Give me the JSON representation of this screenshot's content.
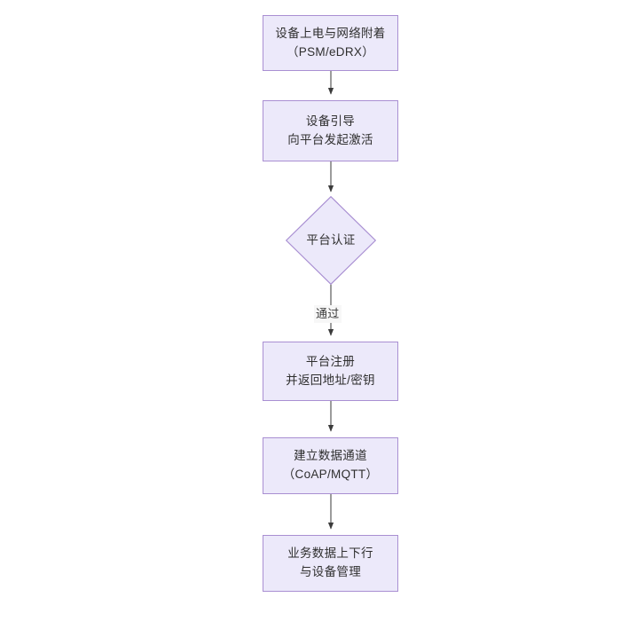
{
  "diagram": {
    "type": "flowchart",
    "orientation": "top-to-bottom",
    "background_color": "#ffffff",
    "node_fill_color": "#ece9fa",
    "node_border_color": "#a98fd2",
    "text_color": "#2f2f2f",
    "connector_color": "#404040",
    "nodes": [
      {
        "id": "n1",
        "shape": "rectangle",
        "lines": [
          "设备上电与网络附着",
          "（PSM/eDRX）"
        ]
      },
      {
        "id": "n2",
        "shape": "rectangle",
        "lines": [
          "设备引导",
          "向平台发起激活"
        ]
      },
      {
        "id": "n3",
        "shape": "diamond",
        "lines": [
          "平台认证"
        ]
      },
      {
        "id": "n4",
        "shape": "rectangle",
        "lines": [
          "平台注册",
          "并返回地址/密钥"
        ]
      },
      {
        "id": "n5",
        "shape": "rectangle",
        "lines": [
          "建立数据通道",
          "（CoAP/MQTT）"
        ]
      },
      {
        "id": "n6",
        "shape": "rectangle",
        "lines": [
          "业务数据上下行",
          "与设备管理"
        ]
      }
    ],
    "edges": [
      {
        "id": "e1",
        "from": "n1",
        "to": "n2",
        "label": ""
      },
      {
        "id": "e2",
        "from": "n2",
        "to": "n3",
        "label": ""
      },
      {
        "id": "e3",
        "from": "n3",
        "to": "n4",
        "label": "通过"
      },
      {
        "id": "e4",
        "from": "n4",
        "to": "n5",
        "label": ""
      },
      {
        "id": "e5",
        "from": "n5",
        "to": "n6",
        "label": ""
      }
    ]
  }
}
